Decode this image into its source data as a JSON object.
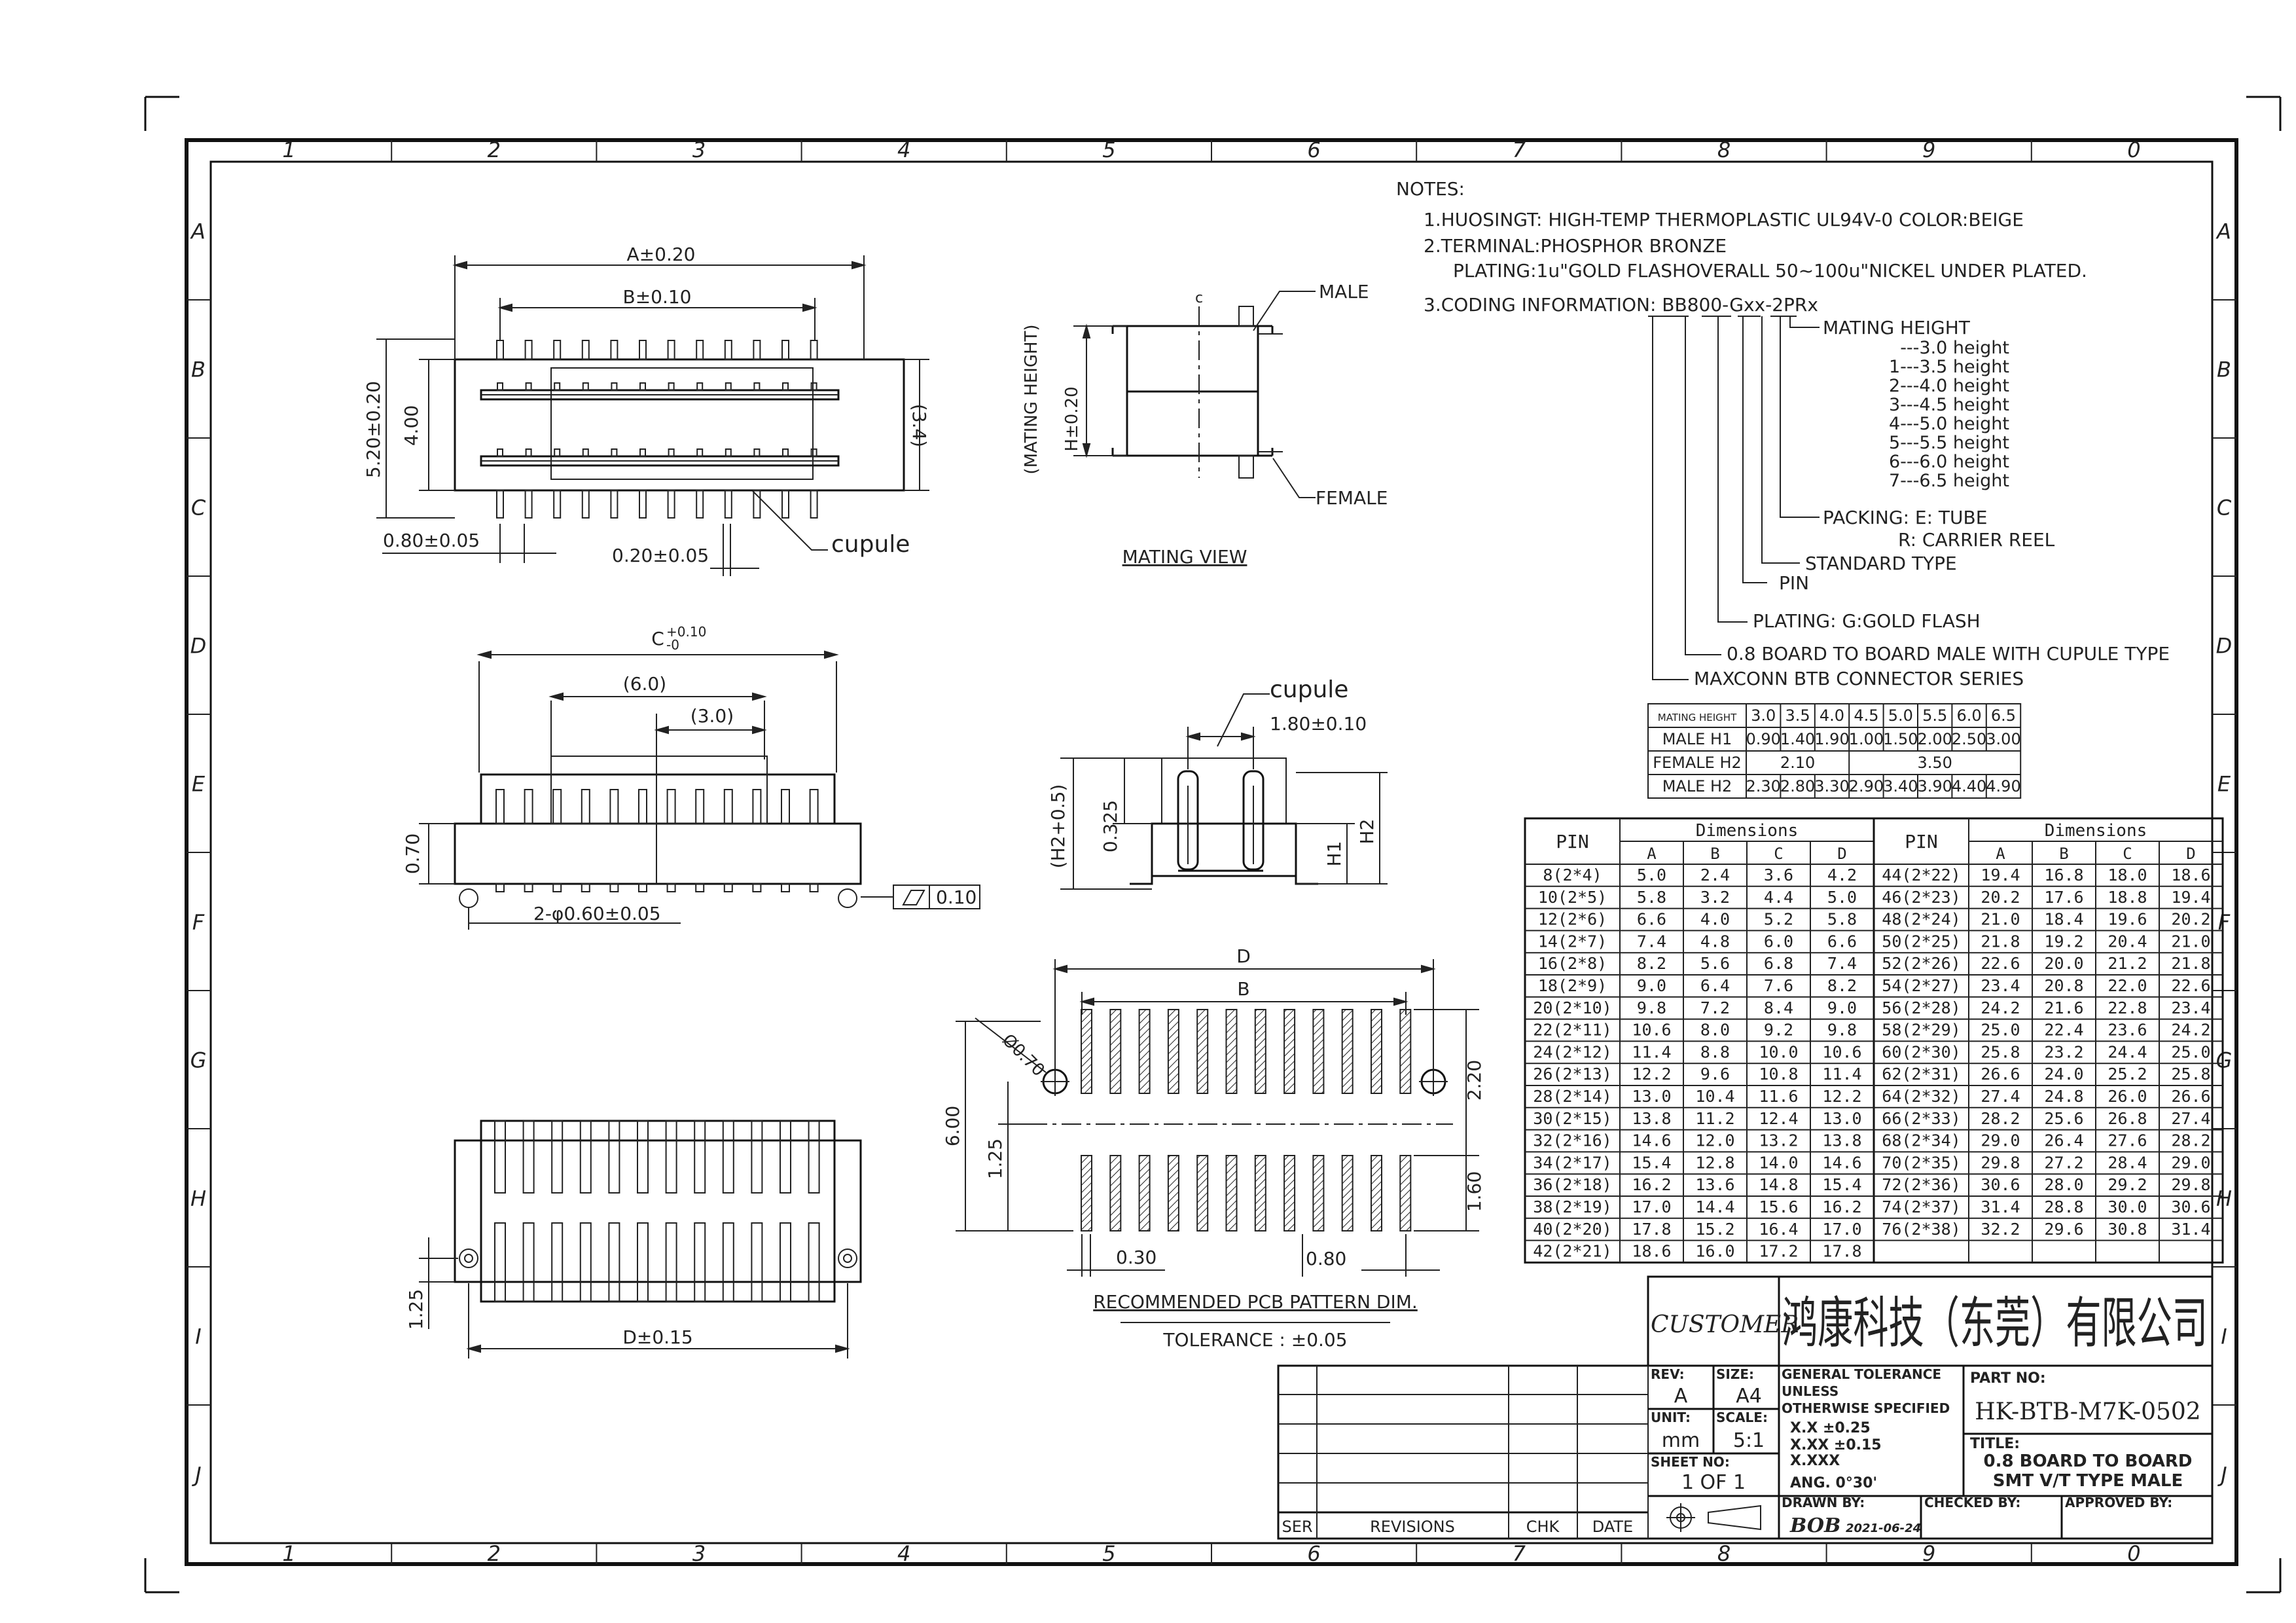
{
  "zones": {
    "cols": [
      "1",
      "2",
      "3",
      "4",
      "5",
      "6",
      "7",
      "8",
      "9",
      "0"
    ],
    "rows": [
      "A",
      "B",
      "C",
      "D",
      "E",
      "F",
      "G",
      "H",
      "I",
      "J"
    ]
  },
  "top_view": {
    "dim_a": "A±0.20",
    "dim_b": "B±0.10",
    "dim_h520": "5.20±0.20",
    "dim_h400": "4.00",
    "dim_34": "(3.4)",
    "dim_pitch": "0.80±0.05",
    "dim_width": "0.20±0.05",
    "cupule": "cupule"
  },
  "side_view": {
    "dim_c": "C",
    "dim_c_tol_up": "+0.10",
    "dim_c_tol_dn": "-0",
    "dim_60": "(6.0)",
    "dim_30": "(3.0)",
    "dim_070": "0.70",
    "dim_holes": "2-φ0.60±0.05",
    "flatness": "0.10"
  },
  "bottom_view": {
    "dim_d": "D±0.15",
    "dim_125": "1.25"
  },
  "mating_view": {
    "male": "MALE",
    "female": "FEMALE",
    "mating_height": "(MATING HEIGHT)",
    "h_tol": "H±0.20",
    "caption": "MATING VIEW",
    "c_mark": "c"
  },
  "end_view": {
    "cupule": "cupule",
    "dim_180": "1.80±0.10",
    "dim_h2p": "(H2+0.5)",
    "dim_0325": "0.325",
    "h1": "H1",
    "h2": "H2"
  },
  "pcb": {
    "dim_d": "D",
    "dim_b": "B",
    "dim_070": "Ø0.70",
    "dim_600": "6.00",
    "dim_125": "1.25",
    "dim_220": "2.20",
    "dim_160": "1.60",
    "dim_030": "0.30",
    "dim_080": "0.80",
    "caption": "RECOMMENDED PCB PATTERN DIM.",
    "tolerance": "TOLERANCE : ±0.05"
  },
  "notes": {
    "title": "NOTES:",
    "l1": "1.HUOSINGT: HIGH-TEMP THERMOPLASTIC UL94V-0 COLOR:BEIGE",
    "l2": "2.TERMINAL:PHOSPHOR BRONZE",
    "l3": "PLATING:1u\"GOLD FLASHOVERALL 50~100u\"NICKEL UNDER PLATED.",
    "l4": "3.CODING INFORMATION: BB800-Gxx-2PRx",
    "mating_height": "MATING HEIGHT",
    "heights": [
      "---3.0 height",
      "1---3.5 height",
      "2---4.0 height",
      "3---4.5 height",
      "4---5.0 height",
      "5---5.5 height",
      "6---6.0 height",
      "7---6.5 height"
    ],
    "packing": "PACKING: E: TUBE",
    "packing2": "R: CARRIER REEL",
    "standard": "STANDARD TYPE",
    "pin": "PIN",
    "plating": "PLATING: G:GOLD FLASH",
    "board": "0.8 BOARD TO BOARD MALE WITH CUPULE TYPE",
    "series": "MAXCONN BTB CONNECTOR SERIES"
  },
  "height_table": {
    "header": [
      "MATING HEIGHT",
      "3.0",
      "3.5",
      "4.0",
      "4.5",
      "5.0",
      "5.5",
      "6.0",
      "6.5"
    ],
    "male_h1": [
      "MALE H1",
      "0.90",
      "1.40",
      "1.90",
      "1.00",
      "1.50",
      "2.00",
      "2.50",
      "3.00"
    ],
    "female_h2": [
      "FEMALE H2",
      "2.10",
      "3.50"
    ],
    "male_h2": [
      "MALE H2",
      "2.30",
      "2.80",
      "3.30",
      "2.90",
      "3.40",
      "3.90",
      "4.40",
      "4.90"
    ]
  },
  "dim_table": {
    "pin": "PIN",
    "dimensions": "Dimensions",
    "cols": [
      "A",
      "B",
      "C",
      "D"
    ],
    "left": [
      [
        "8(2*4)",
        "5.0",
        "2.4",
        "3.6",
        "4.2"
      ],
      [
        "10(2*5)",
        "5.8",
        "3.2",
        "4.4",
        "5.0"
      ],
      [
        "12(2*6)",
        "6.6",
        "4.0",
        "5.2",
        "5.8"
      ],
      [
        "14(2*7)",
        "7.4",
        "4.8",
        "6.0",
        "6.6"
      ],
      [
        "16(2*8)",
        "8.2",
        "5.6",
        "6.8",
        "7.4"
      ],
      [
        "18(2*9)",
        "9.0",
        "6.4",
        "7.6",
        "8.2"
      ],
      [
        "20(2*10)",
        "9.8",
        "7.2",
        "8.4",
        "9.0"
      ],
      [
        "22(2*11)",
        "10.6",
        "8.0",
        "9.2",
        "9.8"
      ],
      [
        "24(2*12)",
        "11.4",
        "8.8",
        "10.0",
        "10.6"
      ],
      [
        "26(2*13)",
        "12.2",
        "9.6",
        "10.8",
        "11.4"
      ],
      [
        "28(2*14)",
        "13.0",
        "10.4",
        "11.6",
        "12.2"
      ],
      [
        "30(2*15)",
        "13.8",
        "11.2",
        "12.4",
        "13.0"
      ],
      [
        "32(2*16)",
        "14.6",
        "12.0",
        "13.2",
        "13.8"
      ],
      [
        "34(2*17)",
        "15.4",
        "12.8",
        "14.0",
        "14.6"
      ],
      [
        "36(2*18)",
        "16.2",
        "13.6",
        "14.8",
        "15.4"
      ],
      [
        "38(2*19)",
        "17.0",
        "14.4",
        "15.6",
        "16.2"
      ],
      [
        "40(2*20)",
        "17.8",
        "15.2",
        "16.4",
        "17.0"
      ],
      [
        "42(2*21)",
        "18.6",
        "16.0",
        "17.2",
        "17.8"
      ]
    ],
    "right": [
      [
        "44(2*22)",
        "19.4",
        "16.8",
        "18.0",
        "18.6"
      ],
      [
        "46(2*23)",
        "20.2",
        "17.6",
        "18.8",
        "19.4"
      ],
      [
        "48(2*24)",
        "21.0",
        "18.4",
        "19.6",
        "20.2"
      ],
      [
        "50(2*25)",
        "21.8",
        "19.2",
        "20.4",
        "21.0"
      ],
      [
        "52(2*26)",
        "22.6",
        "20.0",
        "21.2",
        "21.8"
      ],
      [
        "54(2*27)",
        "23.4",
        "20.8",
        "22.0",
        "22.6"
      ],
      [
        "56(2*28)",
        "24.2",
        "21.6",
        "22.8",
        "23.4"
      ],
      [
        "58(2*29)",
        "25.0",
        "22.4",
        "23.6",
        "24.2"
      ],
      [
        "60(2*30)",
        "25.8",
        "23.2",
        "24.4",
        "25.0"
      ],
      [
        "62(2*31)",
        "26.6",
        "24.0",
        "25.2",
        "25.8"
      ],
      [
        "64(2*32)",
        "27.4",
        "24.8",
        "26.0",
        "26.6"
      ],
      [
        "66(2*33)",
        "28.2",
        "25.6",
        "26.8",
        "27.4"
      ],
      [
        "68(2*34)",
        "29.0",
        "26.4",
        "27.6",
        "28.2"
      ],
      [
        "70(2*35)",
        "29.8",
        "27.2",
        "28.4",
        "29.0"
      ],
      [
        "72(2*36)",
        "30.6",
        "28.0",
        "29.2",
        "29.8"
      ],
      [
        "74(2*37)",
        "31.4",
        "28.8",
        "30.0",
        "30.6"
      ],
      [
        "76(2*38)",
        "32.2",
        "29.6",
        "30.8",
        "31.4"
      ]
    ]
  },
  "title_block": {
    "customer": "CUSTOMER",
    "company": "鸿康科技（东莞）有限公司",
    "rev_label": "REV:",
    "rev": "A",
    "size_label": "SIZE:",
    "size": "A4",
    "unit_label": "UNIT:",
    "unit": "mm",
    "scale_label": "SCALE:",
    "scale": "5:1",
    "sheet_label": "SHEET NO:",
    "sheet": "1 OF 1",
    "gt1": "GENERAL TOLERANCE",
    "gt2": "UNLESS",
    "gt3": "OTHERWISE SPECIFIED",
    "gt4": "X.X   ±0.25",
    "gt5": "X.XX  ±0.15",
    "gt6": "X.XXX",
    "gt7": "ANG.   0°30'",
    "part_label": "PART NO:",
    "part": "HK-BTB-M7K-0502",
    "title_label": "TITLE:",
    "title1": "0.8 BOARD TO BOARD",
    "title2": "SMT V/T TYPE MALE",
    "drawn_label": "DRAWN BY:",
    "drawn": "BOB",
    "date": "2021-06-24",
    "checked_label": "CHECKED BY:",
    "approved_label": "APPROVED BY:",
    "ser": "SER",
    "revisions": "REVISIONS",
    "chk": "CHK",
    "date_label": "DATE"
  }
}
